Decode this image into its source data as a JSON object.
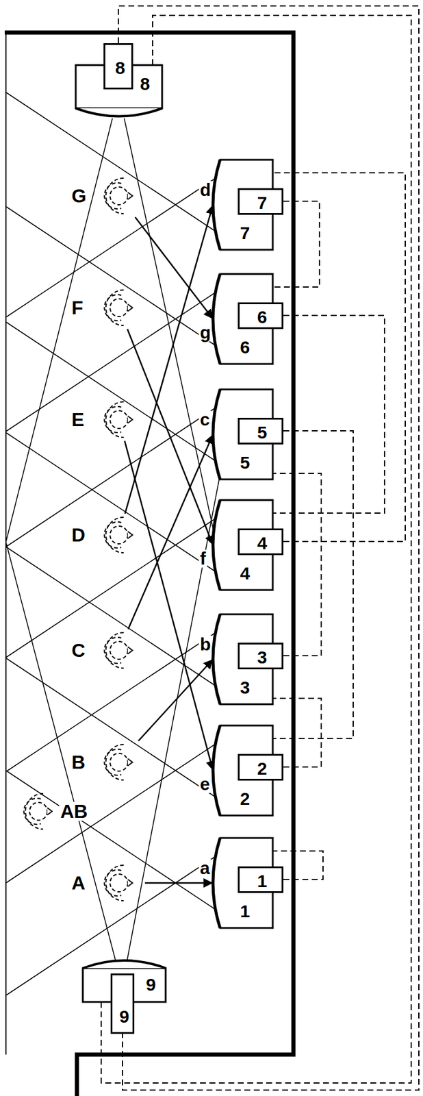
{
  "diagram": {
    "nodes": [
      {
        "text": [
          "8"
        ]
      },
      {
        "text": [
          "8"
        ],
        "in": 0
      },
      {
        "text": [
          "G"
        ]
      },
      {
        "text": [
          "7"
        ]
      },
      {
        "text": [
          "7"
        ],
        "in": 3
      },
      {
        "text": [
          "F"
        ]
      },
      {
        "text": [
          "6"
        ]
      },
      {
        "text": [
          "6"
        ],
        "in": 6
      },
      {
        "text": [
          "E"
        ]
      },
      {
        "text": [
          "5"
        ]
      },
      {
        "text": [
          "5"
        ],
        "in": 9
      },
      {
        "text": [
          "D"
        ]
      },
      {
        "text": [
          "4"
        ]
      },
      {
        "text": [
          "4"
        ],
        "in": 12
      },
      {
        "text": [
          "C"
        ]
      },
      {
        "text": [
          "3"
        ]
      },
      {
        "text": [
          "3"
        ],
        "in": 15
      },
      {
        "text": [
          "B"
        ]
      },
      {
        "text": [
          "2"
        ]
      },
      {
        "text": [
          "2"
        ],
        "in": 18
      },
      {
        "text": [
          "AB"
        ]
      },
      {
        "text": [
          "A"
        ]
      },
      {
        "text": [
          "1"
        ]
      },
      {
        "text": [
          "1"
        ],
        "in": 22
      },
      {
        "text": [
          "9"
        ]
      },
      {
        "text": [
          "9"
        ],
        "in": 24
      }
    ],
    "edges": [
      {
        "from": 21,
        "to": 22,
        "arrow": "to"
      },
      {
        "from": 17,
        "to": 15,
        "arrow": "to"
      },
      {
        "from": 14,
        "to": 9,
        "arrow": "to"
      },
      {
        "from": 11,
        "to": 3,
        "arrow": "to"
      },
      {
        "from": 8,
        "to": 18,
        "arrow": "to"
      },
      {
        "from": 5,
        "to": 12,
        "arrow": "to"
      },
      {
        "from": 2,
        "to": 6,
        "arrow": "to"
      },
      {
        "from": 23,
        "to": 22,
        "arrow": "none"
      },
      {
        "from": 4,
        "to": 6,
        "arrow": "none"
      },
      {
        "from": 7,
        "to": 12,
        "arrow": "none"
      },
      {
        "from": 10,
        "to": 18,
        "arrow": "none"
      },
      {
        "from": 13,
        "to": 3,
        "arrow": "none"
      },
      {
        "from": 16,
        "to": 9,
        "arrow": "none"
      },
      {
        "from": 19,
        "to": 15,
        "arrow": "none"
      },
      {
        "from": 1,
        "to": 25,
        "arrow": "none"
      },
      {
        "from": 0,
        "to": 24,
        "arrow": "none"
      }
    ],
    "labels": [
      "a",
      "b",
      "c",
      "d",
      "e",
      "f",
      "g"
    ]
  }
}
